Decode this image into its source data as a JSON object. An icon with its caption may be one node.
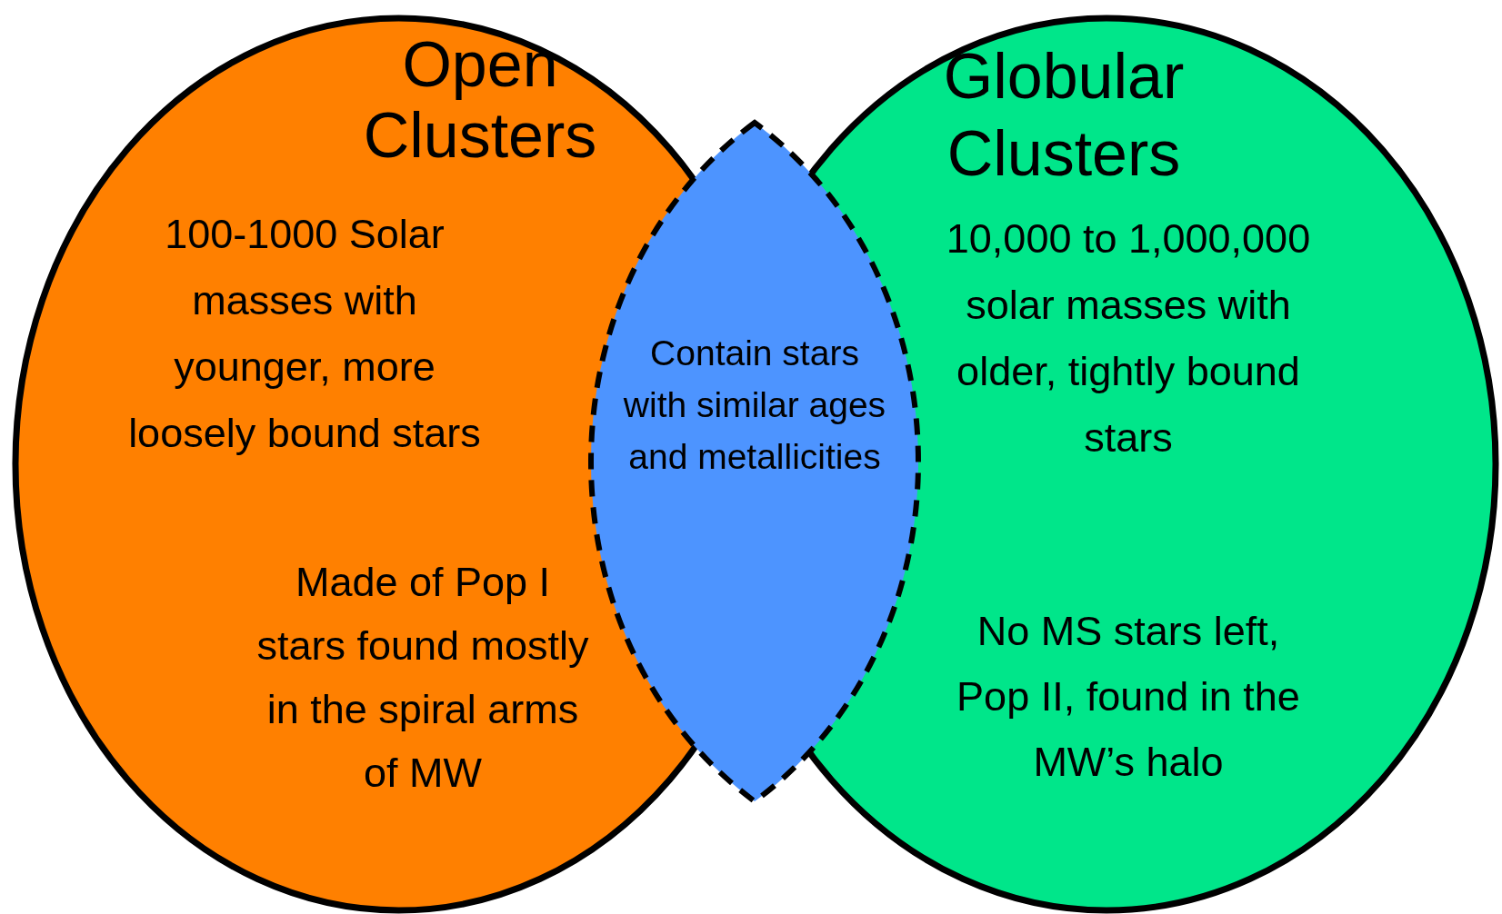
{
  "diagram": {
    "nodes": [
      {
        "text": [
          "Open Clusters",
          "100-1000 Solar masses with younger, more loosely bound stars",
          "Made of Pop I stars found mostly in the spiral arms of MW"
        ]
      },
      {
        "text": [
          "Globular Clusters",
          "10,000 to 1,000,000 solar masses with older, tightly bound stars",
          "No MS stars left, Pop II, found in the MW’s halo"
        ]
      },
      {
        "text": [
          "Contain stars with similar ages and metallicities"
        ]
      }
    ],
    "edges": []
  }
}
